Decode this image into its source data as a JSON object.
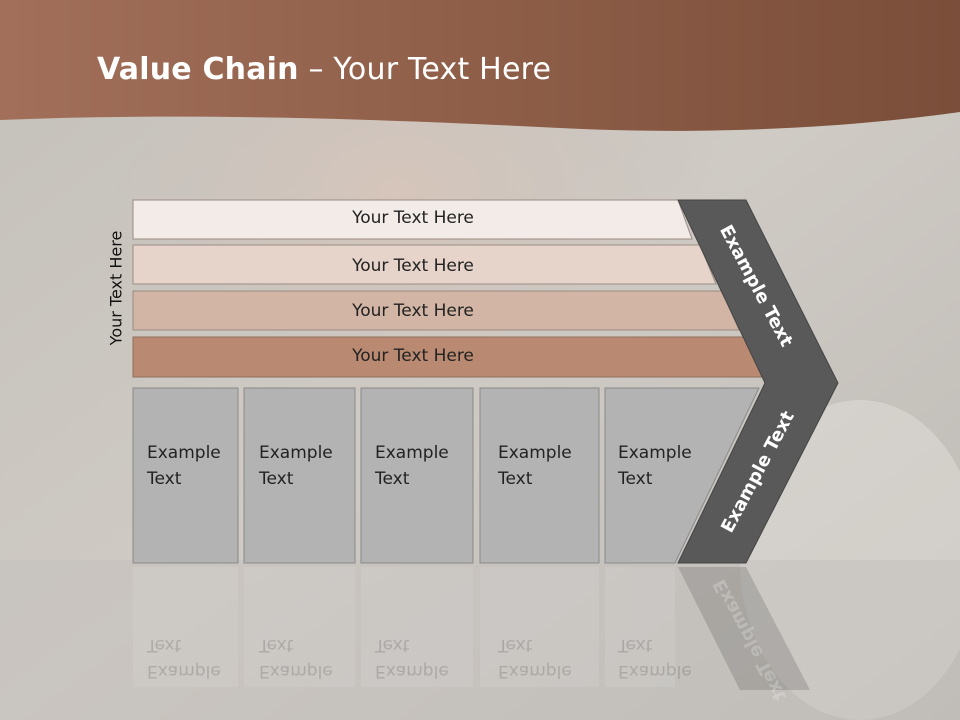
{
  "title": {
    "bold": "Value Chain",
    "rest": " – Your Text Here"
  },
  "side_label": "Your Text Here",
  "rows": [
    {
      "label": "Your Text Here",
      "color": "#f2ebe7"
    },
    {
      "label": "Your Text Here",
      "color": "#e6d4ca"
    },
    {
      "label": "Your Text Here",
      "color": "#d2b5a4"
    },
    {
      "label": "Your Text Here",
      "color": "#b98a71"
    }
  ],
  "columns": [
    {
      "line1": "Example",
      "line2": "Text"
    },
    {
      "line1": "Example",
      "line2": "Text"
    },
    {
      "line1": "Example",
      "line2": "Text"
    },
    {
      "line1": "Example",
      "line2": "Text"
    },
    {
      "line1": "Example",
      "line2": "Text"
    }
  ],
  "chevron": {
    "upper": "Example Text",
    "lower": "Example Text",
    "color": "#595959"
  },
  "colors": {
    "header_band": "#8a5a43",
    "column_fill": "#b3b3b3",
    "background": "#c9c7c2"
  }
}
